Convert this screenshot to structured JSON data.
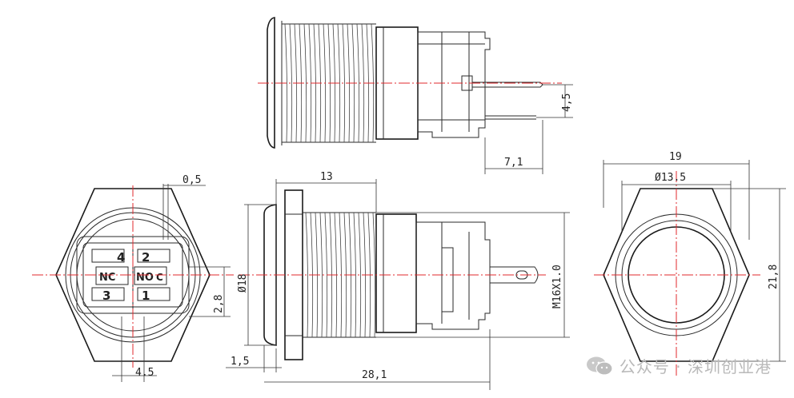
{
  "dimensions": {
    "pin_spacing": "4,5",
    "terminal_length": "7,1",
    "gap_top": "0,5",
    "pin_offset": "2,8",
    "bottom_width": "4.5",
    "thread_length": "13",
    "body_diameter": "Ø18",
    "flange_thickness": "1,5",
    "total_length": "28,1",
    "thread_spec": "M16X1.0",
    "hex_across": "19",
    "ring_diameter": "Ø13.5",
    "hex_height": "21,8"
  },
  "pin_labels": {
    "nc": "NC",
    "no": "NO",
    "c": "C",
    "pin1": "1",
    "pin2": "2",
    "pin3": "3",
    "pin4": "4"
  },
  "watermark": {
    "text": "公众号 · 深圳创业港",
    "icon": "wechat-icon"
  },
  "colors": {
    "centerline": "#e0282c",
    "line": "#2a2a2a"
  }
}
